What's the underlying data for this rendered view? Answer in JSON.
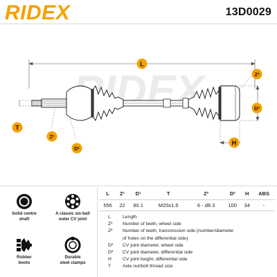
{
  "header": {
    "brand": "RIDEX",
    "part_number": "13D0029"
  },
  "drawing": {
    "watermark": "RIDEX",
    "callouts": {
      "L": "L",
      "Z2": "Z²",
      "D2": "D²",
      "H": "H",
      "T": "T",
      "Z1": "Z¹",
      "D1": "D¹"
    }
  },
  "features": [
    {
      "label_1": "Solid centre",
      "label_2": "shaft",
      "icon": "solid-shaft-icon"
    },
    {
      "label_1": "A classic six-ball",
      "label_2": "outer CV joint",
      "icon": "six-ball-joint-icon"
    },
    {
      "label_1": "Rubber",
      "label_2": "boots",
      "icon": "rubber-boot-icon"
    },
    {
      "label_1": "Durable",
      "label_2": "steel clamps",
      "icon": "steel-clamp-icon"
    }
  ],
  "specs": {
    "headers": [
      "L",
      "Z¹",
      "D¹",
      "T",
      "Z²",
      "D²",
      "H",
      "ABS"
    ],
    "values": [
      "556",
      "22",
      "90.1",
      "M20x1.5",
      "6 - d8.3",
      "100",
      "34",
      "-"
    ]
  },
  "legend": [
    {
      "key": "L",
      "text": "Length"
    },
    {
      "key": "Z¹",
      "text": "Number of teeth, wheel side"
    },
    {
      "key": "Z²",
      "text": "Number of teeth, transmission side (number/diameter"
    },
    {
      "key": "",
      "text": "of holes on the differential side)"
    },
    {
      "key": "D¹",
      "text": "CV joint diameter, wheel side"
    },
    {
      "key": "D²",
      "text": "CV joint diameter, differential side"
    },
    {
      "key": "H",
      "text": "CV joint height, differential side"
    },
    {
      "key": "T",
      "text": "Axle nut/bolt thread size"
    }
  ],
  "colors": {
    "accent": "#f5a000",
    "ink": "#222222",
    "watermark": "#ebebeb"
  }
}
